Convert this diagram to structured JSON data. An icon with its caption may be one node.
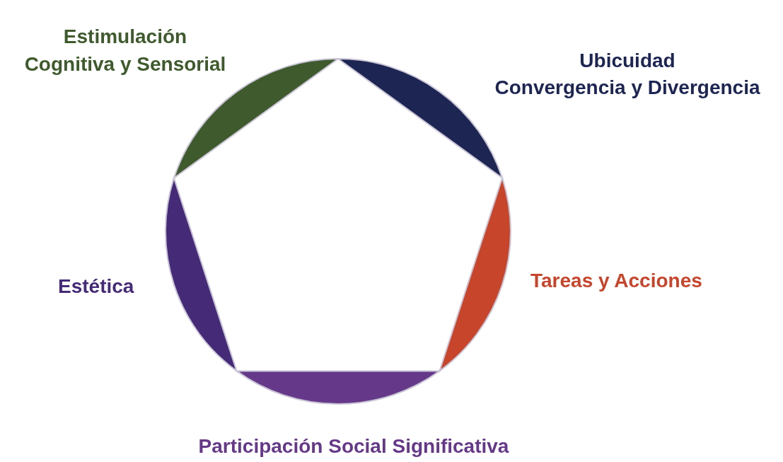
{
  "diagram": {
    "labels": [
      "Estimulación",
      "Cognitiva y Sensorial",
      "Ubicuidad",
      "Convergencia y Divergencia",
      "Estética",
      "Tareas y Acciones",
      "Participación Social Significativa"
    ]
  }
}
